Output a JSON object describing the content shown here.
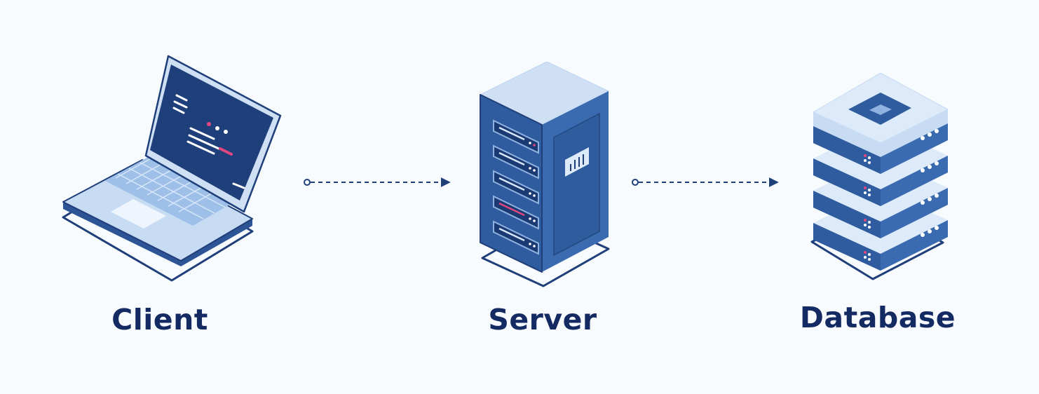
{
  "nodes": [
    {
      "id": "client",
      "label": "Client",
      "icon": "laptop-icon"
    },
    {
      "id": "server",
      "label": "Server",
      "icon": "server-rack-icon"
    },
    {
      "id": "database",
      "label": "Database",
      "icon": "database-stack-icon"
    }
  ],
  "edges": [
    {
      "from": "client",
      "to": "server",
      "style": "dashed-arrow"
    },
    {
      "from": "server",
      "to": "database",
      "style": "dashed-arrow"
    }
  ],
  "colors": {
    "background": "#f8fbfd",
    "label": "#142a63",
    "primary_dark": "#1f3f7a",
    "primary": "#3a6bb0",
    "light": "#d4e4f7",
    "accent": "#e1467f"
  }
}
